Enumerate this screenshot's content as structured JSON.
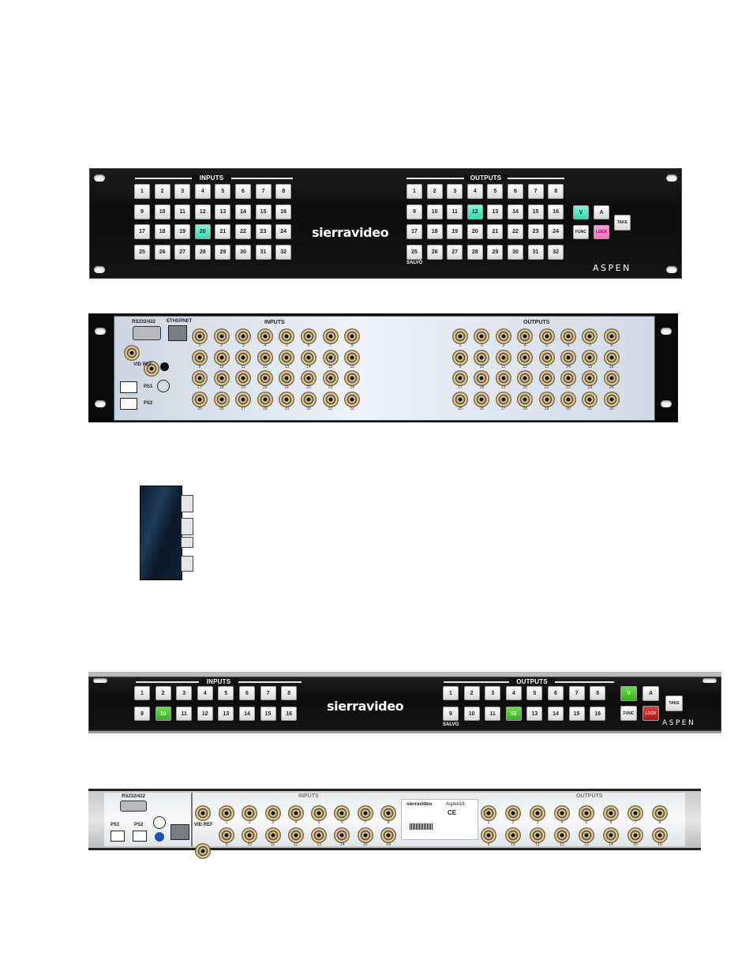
{
  "colors": {
    "panel_black": "#111111",
    "key_white": "#f2f2f2",
    "key_teal": "#4fe3bb",
    "key_green": "#3fbf27",
    "key_pink": "#ff7fc7",
    "key_red": "#c62020",
    "rear_plate": "#e4eaf2"
  },
  "front_32": {
    "inputs_label": "INPUTS",
    "outputs_label": "OUTPUTS",
    "input_keys": [
      "1",
      "2",
      "3",
      "4",
      "5",
      "6",
      "7",
      "8",
      "9",
      "10",
      "11",
      "12",
      "13",
      "14",
      "15",
      "16",
      "17",
      "18",
      "19",
      "20",
      "21",
      "22",
      "23",
      "24",
      "25",
      "26",
      "27",
      "28",
      "29",
      "30",
      "31",
      "32"
    ],
    "output_keys": [
      "1",
      "2",
      "3",
      "4",
      "5",
      "6",
      "7",
      "8",
      "9",
      "10",
      "11",
      "12",
      "13",
      "14",
      "15",
      "16",
      "17",
      "18",
      "19",
      "20",
      "21",
      "22",
      "23",
      "24",
      "25",
      "26",
      "27",
      "28",
      "29",
      "30",
      "31",
      "32"
    ],
    "selected_input": "20",
    "selected_output": "12",
    "brand": "sierravideo",
    "model": "ASPEN",
    "salvo_label": "SALVO",
    "v_key": "V",
    "a_key": "A",
    "take_key": "TAKE",
    "func_key": "FUNC",
    "lock_key": "LOCK"
  },
  "rear_32": {
    "rs232_label": "RS232/422",
    "ethernet_label": "ETHERNET",
    "inputs_label": "INPUTS",
    "outputs_label": "OUTPUTS",
    "vid_ref_label": "VID REF",
    "ps1_label": "PS1",
    "ps2_label": "PS2",
    "connector_numbers": [
      "1",
      "2",
      "3",
      "4",
      "5",
      "6",
      "7",
      "8",
      "9",
      "10",
      "11",
      "12",
      "13",
      "14",
      "15",
      "16",
      "17",
      "18",
      "19",
      "20",
      "21",
      "22",
      "23",
      "24",
      "25",
      "26",
      "27",
      "28",
      "29",
      "30",
      "31",
      "32"
    ]
  },
  "front_16": {
    "inputs_label": "INPUTS",
    "outputs_label": "OUTPUTS",
    "input_keys": [
      "1",
      "2",
      "3",
      "4",
      "5",
      "6",
      "7",
      "8",
      "9",
      "10",
      "11",
      "12",
      "13",
      "14",
      "15",
      "16"
    ],
    "output_keys": [
      "1",
      "2",
      "3",
      "4",
      "5",
      "6",
      "7",
      "8",
      "9",
      "10",
      "11",
      "12",
      "13",
      "14",
      "15",
      "16"
    ],
    "selected_input": "10",
    "selected_output": "12",
    "brand": "sierravideo",
    "model": "ASPEN",
    "salvo_label": "SALVO",
    "v_key": "V",
    "a_key": "A",
    "take_key": "TAKE",
    "func_key": "FUNC",
    "lock_key": "LOCK"
  },
  "rear_16": {
    "rs232_label": "RS232/422",
    "inputs_label": "INPUTS",
    "outputs_label": "OUTPUTS",
    "vid_ref_label": "VID REF",
    "ps1_label": "PS1",
    "ps2_label": "PS2",
    "brand_sticker": "sierravideo",
    "model_sticker": "Aspen16",
    "ce_mark": "CE",
    "input_numbers": [
      "1",
      "2",
      "3",
      "4",
      "5",
      "6",
      "7",
      "8",
      "9",
      "10",
      "11",
      "12",
      "13",
      "14",
      "15",
      "16"
    ],
    "output_numbers": [
      "1",
      "2",
      "3",
      "4",
      "5",
      "6",
      "7",
      "8",
      "9",
      "10",
      "11",
      "12",
      "13",
      "14",
      "15",
      "16"
    ]
  }
}
